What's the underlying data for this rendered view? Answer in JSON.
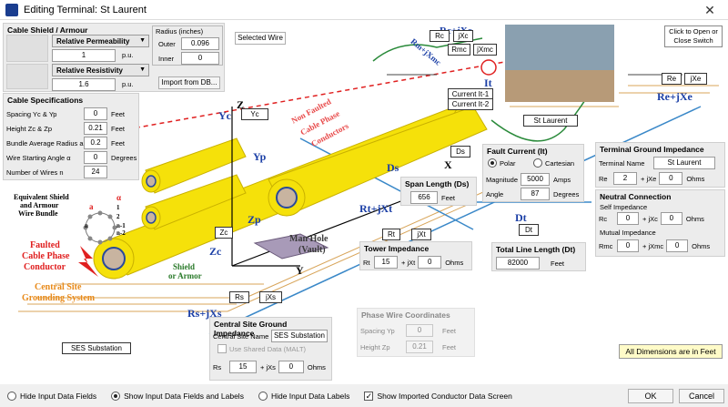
{
  "window": {
    "title": "Editing Terminal: St Laurent",
    "close_glyph": "✕"
  },
  "cable_shield": {
    "title": "Cable Shield / Armour",
    "rel_perm_label": "Relative Permeability",
    "rel_perm_value": "1",
    "rel_res_label": "Relative Resistivity",
    "rel_res_value": "1.6",
    "pu": "p.u.",
    "radius_title": "Radius (inches)",
    "outer_label": "Outer",
    "outer_value": "0.096",
    "inner_label": "Inner",
    "inner_value": "0",
    "import_label": "Import from DB..."
  },
  "selected_wire_label": "Selected Wire",
  "switch_note": {
    "line1": "Click to Open or",
    "line2": "Close Switch"
  },
  "cable_specs": {
    "title": "Cable Specifications",
    "rows": [
      {
        "label": "Spacing Yc & Yp",
        "value": "0",
        "unit": "Feet"
      },
      {
        "label": "Height Zc & Zp",
        "value": "0.21",
        "unit": "Feet"
      },
      {
        "label": "Bundle Average Radius a",
        "value": "0.2",
        "unit": "Feet"
      },
      {
        "label": "Wire Starting Angle α",
        "value": "0",
        "unit": "Degrees"
      },
      {
        "label": "Number of Wires n",
        "value": "24",
        "unit": ""
      }
    ]
  },
  "fault_current": {
    "title": "Fault Current (It)",
    "polar_label": "Polar",
    "cartesian_label": "Cartesian",
    "magnitude_label": "Magnitude",
    "magnitude_value": "5000",
    "magnitude_unit": "Amps",
    "angle_label": "Angle",
    "angle_value": "87",
    "angle_unit": "Degrees"
  },
  "span_length": {
    "title": "Span Length (Ds)",
    "value": "656",
    "unit": "Feet"
  },
  "tower_impedance": {
    "title": "Tower Impedance",
    "rt_label": "Rt",
    "rt_value": "15",
    "jxt_label": "+ jXt",
    "jxt_value": "0",
    "unit": "Ohms"
  },
  "total_line": {
    "title": "Total Line Length (Dt)",
    "value": "82000",
    "unit": "Feet"
  },
  "terminal_ground": {
    "title": "Terminal Ground Impedance",
    "name_label": "Terminal Name",
    "name_value": "St Laurent",
    "re_label": "Re",
    "re_value": "2",
    "jxe_label": "+ jXe",
    "jxe_value": "0",
    "unit": "Ohms"
  },
  "neutral": {
    "title": "Neutral Connection",
    "self_label": "Self Impedance",
    "rc_label": "Rc",
    "rc_value": "0",
    "jxc_label": "+ jXc",
    "jxc_value": "0",
    "unit": "Ohms",
    "mutual_label": "Mutual Impedance",
    "rmc_label": "Rmc",
    "rmc_value": "0",
    "jxmc_label": "+ jXmc",
    "jxmc_value": "0"
  },
  "central_site": {
    "title": "Central Site Ground Impedance",
    "name_label": "Central Site Name",
    "name_value": "SES Substation",
    "shared_label": "Use Shared Data (MALT)",
    "rs_label": "Rs",
    "rs_value": "15",
    "jxs_label": "+ jXs",
    "jxs_value": "0",
    "unit": "Ohms"
  },
  "phase_wire": {
    "title": "Phase Wire Coordinates",
    "spacing_label": "Spacing Yp",
    "spacing_value": "0",
    "spacing_unit": "Feet",
    "height_label": "Height Zp",
    "height_value": "0.21",
    "height_unit": "Feet"
  },
  "diagram": {
    "rc_jxc": "Rc+jXc",
    "rc": "Rc",
    "jxc": "jXc",
    "rmc": "Rmc",
    "jxmc": "jXmc",
    "rm_jx": "Rm+jXmc",
    "it": "It",
    "current1": "Current It-1",
    "current2": "Current It-2",
    "st_laurent": "St Laurent",
    "re": "Re",
    "jxe": "jXe",
    "re_jxe": "Re+jXe",
    "yc": "Yc",
    "yc_box": "Yc",
    "z": "Z",
    "non_faulted1": "Non Faulted",
    "non_faulted2": "Cable Phase",
    "non_faulted3": "Conductors",
    "yp": "Yp",
    "x": "X",
    "ds": "Ds",
    "ds_box": "Ds",
    "eq_shield1": "Equivalent Shield",
    "eq_shield2": "and Armour",
    "eq_shield3": "Wire Bundle",
    "alpha": "α",
    "a": "a",
    "n1": "1",
    "n2": "2",
    "nn": "n",
    "nn1": "n-1",
    "nn2": "n-2",
    "zp": "Zp",
    "zc": "Zc",
    "zc_box": "Zc",
    "manhole1": "Man Hole",
    "manhole2": "(Vault)",
    "y": "Y",
    "rt_jxt": "Rt+jXt",
    "rt": "Rt",
    "jxt": "jXt",
    "dt": "Dt",
    "dt_box": "Dt",
    "faulted1": "Faulted",
    "faulted2": "Cable Phase",
    "faulted3": "Conductor",
    "shield1": "Shield",
    "shield2": "or Armor",
    "central1": "Central Site",
    "central2": "Grounding System",
    "rs": "Rs",
    "jxs": "jXs",
    "rs_jxs": "Rs+jXs",
    "ses": "SES Substation",
    "all_dims": "All Dimensions are in Feet"
  },
  "footer": {
    "opt1": "Hide Input Data Fields",
    "opt2": "Show Input Data Fields and Labels",
    "opt3": "Hide Input Data Labels",
    "opt4": "Show Imported Conductor Data Screen",
    "ok": "OK",
    "cancel": "Cancel"
  },
  "colors": {
    "cable": "#f5e10a",
    "cable_dark": "#c9b100",
    "ground_line": "#d8a55a",
    "arrow_blue": "#3a88c8",
    "diag_red": "#e02020",
    "diag_blue": "#1b3fa6"
  }
}
